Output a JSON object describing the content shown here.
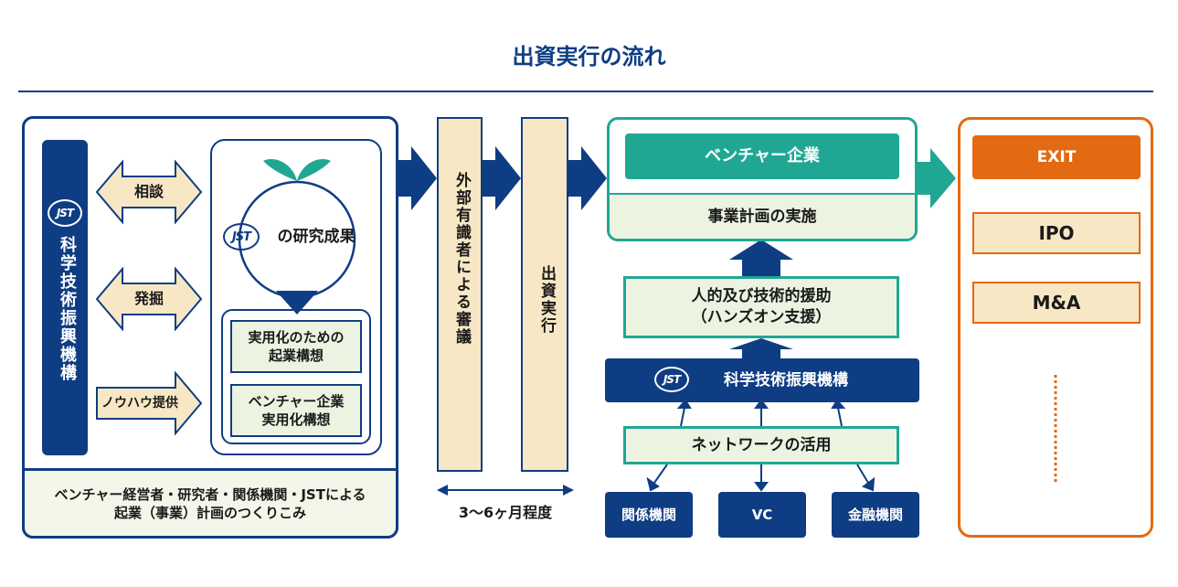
{
  "title": "出資実行の流れ",
  "left": {
    "sidebar_logo": "JST",
    "sidebar_label": "科学技術振興機構",
    "arrows": [
      "相談",
      "発掘",
      "ノウハウ提供"
    ],
    "result_logo": "JST",
    "result_title": "の研究成果",
    "plan_items": [
      "実用化のための\n起業構想",
      "ベンチャー企業\n実用化構想"
    ],
    "bottom_note": "ベンチャー経営者・研究者・関係機関・JSTによる\n起業（事業）計画のつくりこみ"
  },
  "middle": {
    "review": "外部有識者による審議",
    "investment": "出資実行",
    "duration": "3～6ヶ月程度"
  },
  "venture": {
    "header": "ベンチャー企業",
    "plan": "事業計画の実施",
    "support": "人的及び技術的援助\n（ハンズオン支援）",
    "org_logo": "JST",
    "org_name": "科学技術振興機構",
    "network": "ネットワークの活用",
    "partners": [
      "関係機関",
      "VC",
      "金融機関"
    ]
  },
  "exit": {
    "header": "EXIT",
    "options": [
      "IPO",
      "M&A"
    ]
  },
  "colors": {
    "navy": "#0f3d84",
    "teal": "#20a794",
    "orange": "#e36a12",
    "beige": "#f8e7c4",
    "green": "#ecf4e1"
  }
}
